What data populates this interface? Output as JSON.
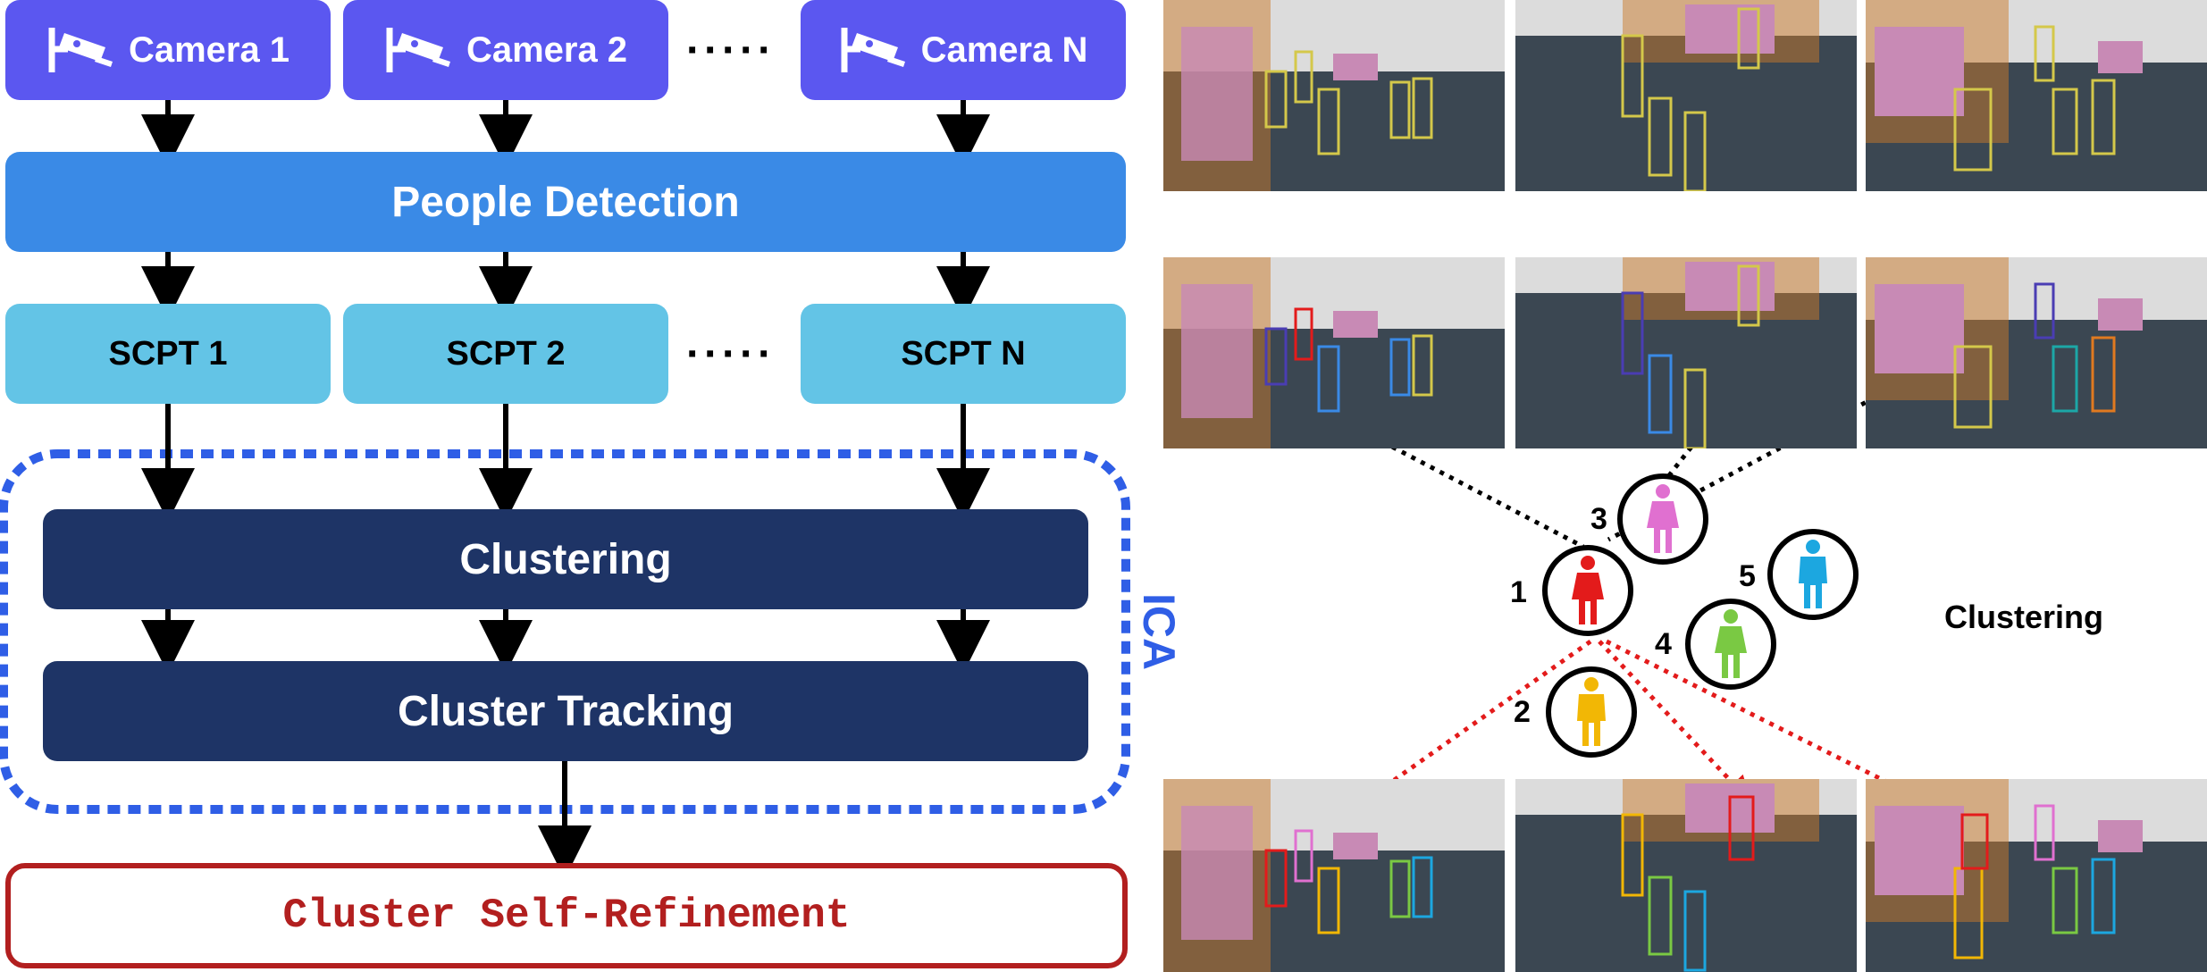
{
  "cameras": [
    {
      "label": "Camera 1",
      "icon": "security-camera-icon"
    },
    {
      "label": "Camera 2",
      "icon": "security-camera-icon"
    },
    {
      "label": "Camera N",
      "icon": "security-camera-icon"
    }
  ],
  "ellipsis": "·····",
  "detection_label": "People Detection",
  "scpt": [
    "SCPT 1",
    "SCPT 2",
    "SCPT N"
  ],
  "clustering_label": "Clustering",
  "cluster_tracking_label": "Cluster Tracking",
  "ica_label": "ICA",
  "refinement_label": "Cluster Self-Refinement",
  "right_panel": {
    "clustering_label": "Clustering",
    "cluster_nodes": [
      {
        "id": "1",
        "color": "#e31b1b"
      },
      {
        "id": "2",
        "color": "#f2b705"
      },
      {
        "id": "3",
        "color": "#e070d0"
      },
      {
        "id": "4",
        "color": "#7ac943"
      },
      {
        "id": "5",
        "color": "#1ca7e0"
      }
    ]
  },
  "colors": {
    "camera": "#5b57f0",
    "detection": "#3a8ae6",
    "scpt": "#63c4e6",
    "dark": "#1e3466",
    "ica": "#2f5ee6",
    "refine": "#b21f1f"
  }
}
